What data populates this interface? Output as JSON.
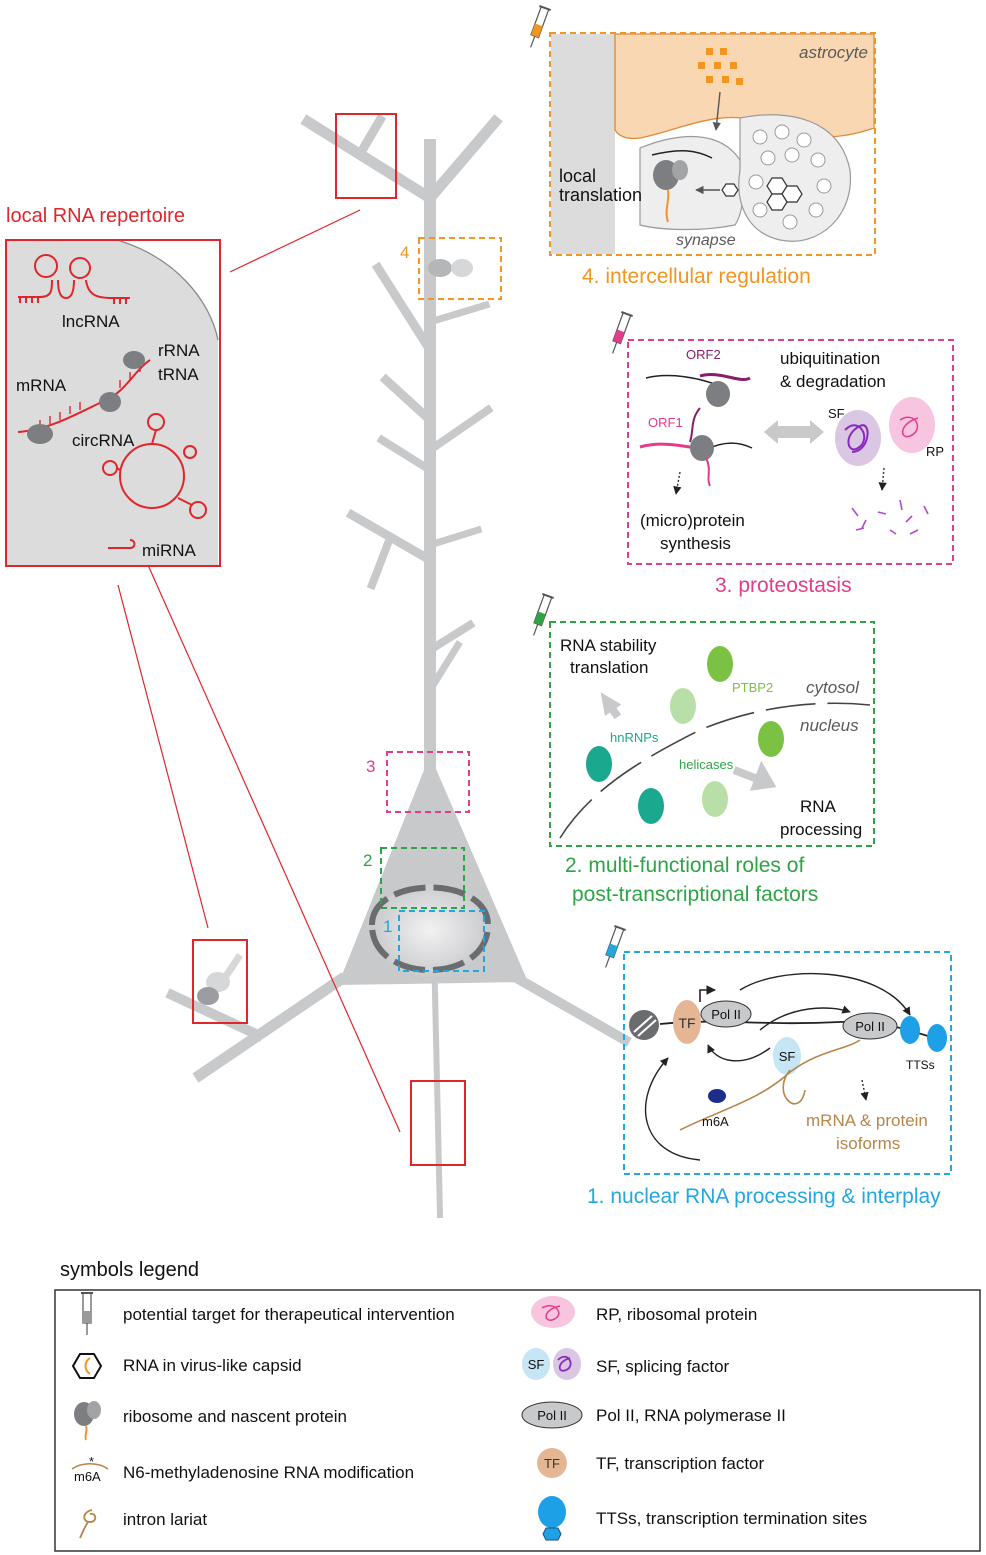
{
  "colors": {
    "neuron": "#c8c9cb",
    "red": "#e0262b",
    "orange": "#f29521",
    "magenta": "#e23c8c",
    "green": "#2ea446",
    "blue": "#22a7e0",
    "gray_text": "#5a5a5a"
  },
  "markers": {
    "m4": "4",
    "m3": "3",
    "m2": "2",
    "m1": "1"
  },
  "local": {
    "title": "local RNA repertoire",
    "lncrna": "lncRNA",
    "rrna": "rRNA",
    "trna": "tRNA",
    "mrna": "mRNA",
    "circrna": "circRNA",
    "mirna": "miRNA"
  },
  "p4": {
    "astrocyte": "astrocyte",
    "local1": "local",
    "local2": "translation",
    "synapse": "synapse",
    "title": "4. intercellular regulation"
  },
  "p3": {
    "orf2": "ORF2",
    "orf1": "ORF1",
    "ubi1": "ubiquitination",
    "ubi2": "& degradation",
    "sf": "SF",
    "rp": "RP",
    "micro1": "(micro)protein",
    "micro2": "synthesis",
    "title": "3. proteostasis"
  },
  "p2": {
    "stab1": "RNA stability",
    "stab2": "translation",
    "ptbp2": "PTBP2",
    "cytosol": "cytosol",
    "nucleus": "nucleus",
    "hnrnps": "hnRNPs",
    "helicases": "helicases",
    "proc1": "RNA",
    "proc2": "processing",
    "title1": "2. multi-functional roles of",
    "title2": "post-transcriptional factors"
  },
  "p1": {
    "tf": "TF",
    "pol1": "Pol II",
    "pol2": "Pol II",
    "sf": "SF",
    "ttss": "TTSs",
    "m6a": "m6A",
    "iso1": "mRNA & protein",
    "iso2": "isoforms",
    "title": "1. nuclear RNA processing & interplay"
  },
  "legend": {
    "title": "symbols legend",
    "items": [
      "potential target for therapeutical intervention",
      "RNA in virus-like capsid",
      "ribosome and nascent protein",
      "N6-methyladenosine RNA modification",
      "intron lariat",
      "RP, ribosomal protein",
      "SF, splicing factor",
      "Pol II, RNA polymerase II",
      "TF, transcription factor",
      "TTSs, transcription termination sites"
    ],
    "sf_icon": "SF",
    "pol_icon": "Pol II",
    "tf_icon": "TF",
    "m6a_icon": "m6A",
    "star": "*"
  }
}
